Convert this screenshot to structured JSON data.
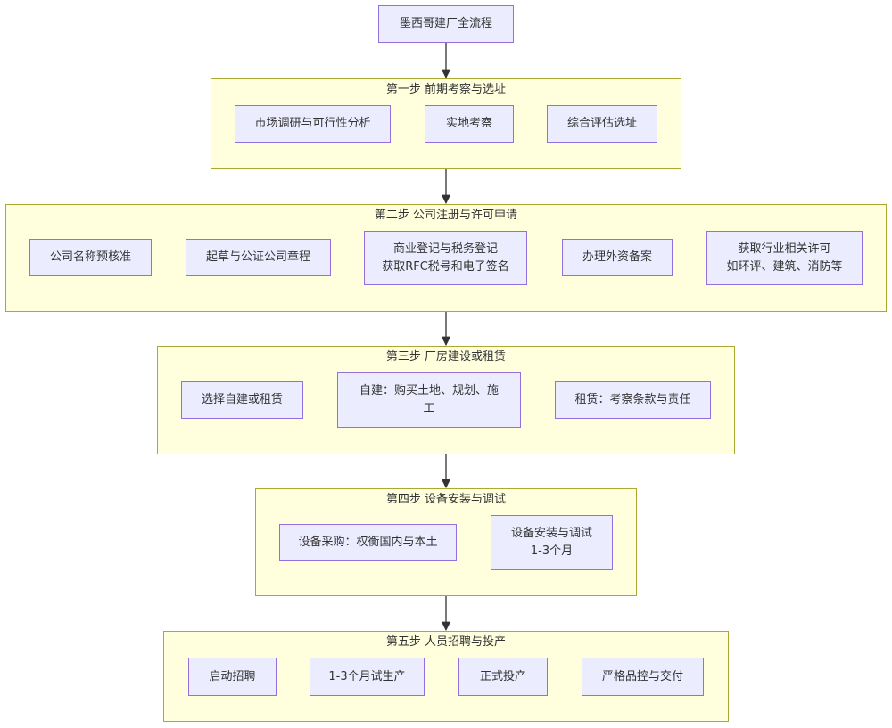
{
  "root": {
    "label": "墨西哥建厂全流程"
  },
  "steps": [
    {
      "title": "第一步 前期考察与选址",
      "items": [
        [
          "市场调研与可行性分析"
        ],
        [
          "实地考察"
        ],
        [
          "综合评估选址"
        ]
      ]
    },
    {
      "title": "第二步 公司注册与许可申请",
      "items": [
        [
          "公司名称预核准"
        ],
        [
          "起草与公证公司章程"
        ],
        [
          "商业登记与税务登记",
          "获取RFC税号和电子签名"
        ],
        [
          "办理外资备案"
        ],
        [
          "获取行业相关许可",
          "如环评、建筑、消防等"
        ]
      ]
    },
    {
      "title": "第三步 厂房建设或租赁",
      "items": [
        [
          "选择自建或租赁"
        ],
        [
          "自建：购买土地、规划、施",
          "工"
        ],
        [
          "租赁：考察条款与责任"
        ]
      ]
    },
    {
      "title": "第四步 设备安装与调试",
      "items": [
        [
          "设备采购：权衡国内与本土"
        ],
        [
          "设备安装与调试",
          "1-3个月"
        ]
      ]
    },
    {
      "title": "第五步 人员招聘与投产",
      "items": [
        [
          "启动招聘"
        ],
        [
          "1-3个月试生产"
        ],
        [
          "正式投产"
        ],
        [
          "严格品控与交付"
        ]
      ]
    }
  ]
}
